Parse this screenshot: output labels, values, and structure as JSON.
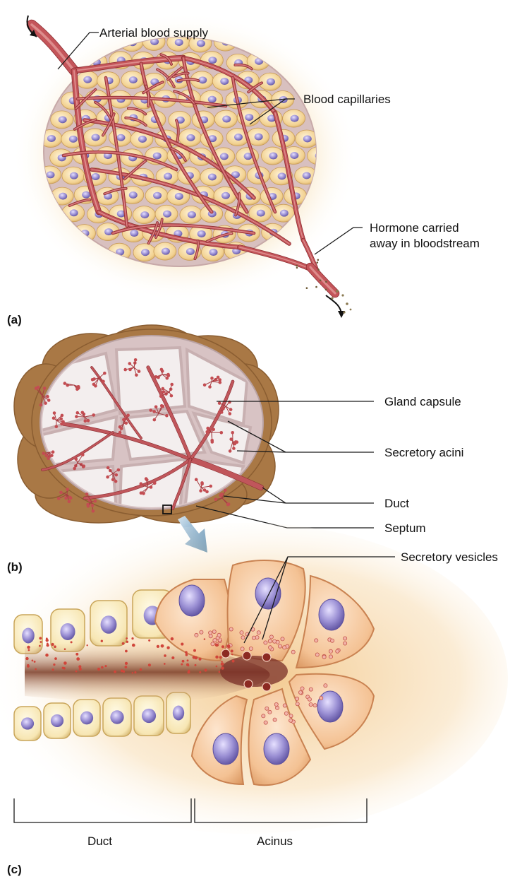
{
  "panels": {
    "a": "(a)",
    "b": "(b)",
    "c": "(c)"
  },
  "labels": {
    "arterial": "Arterial blood supply",
    "capillaries": "Blood capillaries",
    "hormone_line1": "Hormone carried",
    "hormone_line2": "away in bloodstream",
    "capsule": "Gland capsule",
    "acini": "Secretory acini",
    "duct_b": "Duct",
    "septum": "Septum",
    "vesicles": "Secretory vesicles",
    "duct_c": "Duct",
    "acinus": "Acinus"
  },
  "colors": {
    "vessel": "#b8474b",
    "vessel_light": "#d9797a",
    "cell_yellow": "#f0cf8a",
    "nucleus": "#8f84c9",
    "tissue_pink": "#d9bfc0",
    "capsule_brown": "#a97845",
    "lobule_fill": "#f3eeee",
    "acinar_cell": "#f4c59d",
    "halo": "#f7d49a",
    "arrow_blue": "#4a86b3"
  }
}
